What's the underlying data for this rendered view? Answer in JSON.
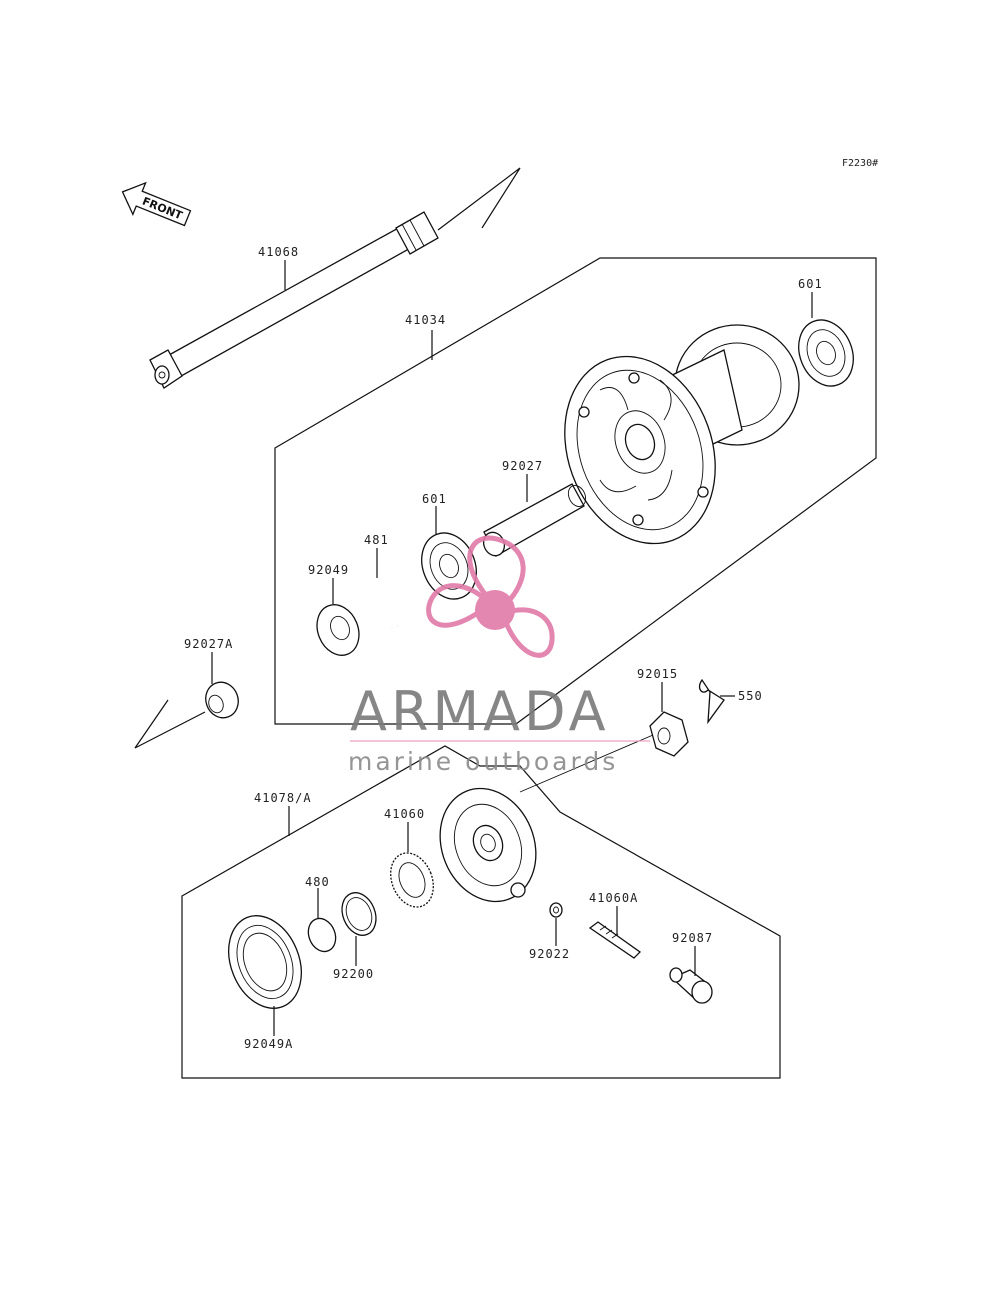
{
  "figure_code": "F2230#",
  "front_marker": "FRONT",
  "watermark": {
    "brand": "ARMADA",
    "tagline": "marine outboards",
    "logo_color": "#e07aa8",
    "text_color": "#7a7a7a",
    "line_color": "#f0a8c8"
  },
  "callouts": {
    "c41068": "41068",
    "c41034": "41034",
    "c601a": "601",
    "c92027": "92027",
    "c601b": "601",
    "c481": "481",
    "c92049": "92049",
    "c92027A": "92027A",
    "c92015": "92015",
    "c550": "550",
    "c41078": "41078/A",
    "c41060": "41060",
    "c480": "480",
    "c92200": "92200",
    "c92022": "92022",
    "c41060A": "41060A",
    "c92087": "92087",
    "c92049A": "92049A"
  }
}
